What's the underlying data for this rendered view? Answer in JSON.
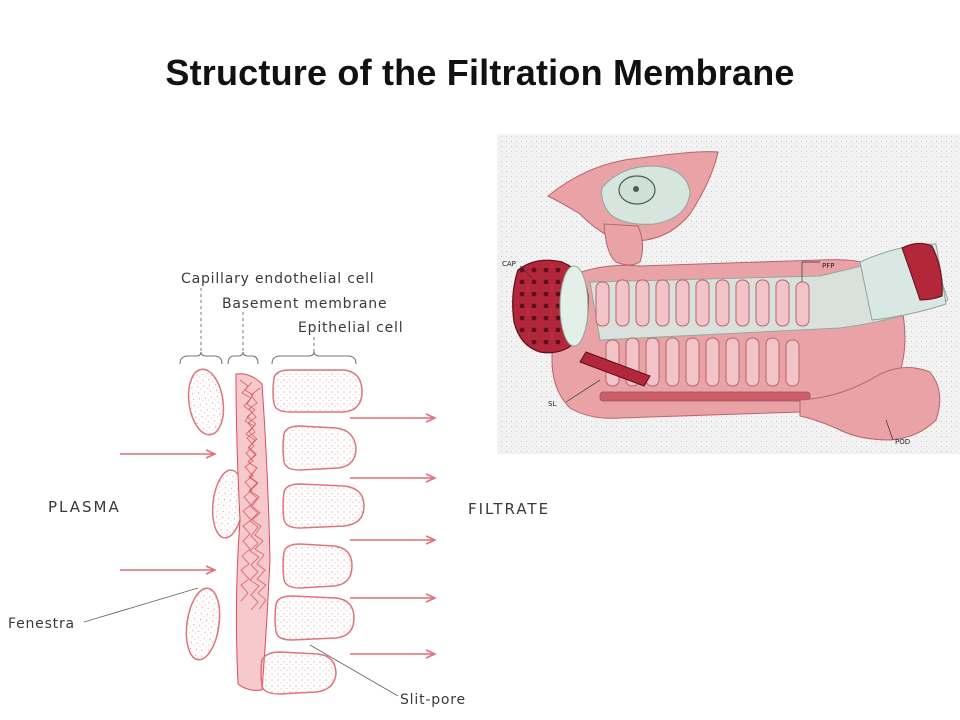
{
  "title": "Structure of the Filtration Membrane",
  "schematic": {
    "labels": {
      "capillary_endothelial_cell": "Capillary endothelial cell",
      "basement_membrane": "Basement membrane",
      "epithelial_cell": "Epithelial cell",
      "plasma": "PLASMA",
      "filtrate": "FILTRATE",
      "fenestra": "Fenestra",
      "slit_pore": "Slit-pore"
    }
  },
  "illustration": {
    "labels": {
      "cap": "CAP",
      "pfp": "PFP",
      "sl": "SL",
      "pod": "POD"
    }
  },
  "colors": {
    "cell_outline": "#e0737d",
    "cell_fill": "#fbeef0",
    "arrow": "#e56b77",
    "tissue_pink": "#e9a3a7",
    "capillary_red": "#b3273a",
    "cell_body": "#d6e6df",
    "illustration_bg": "#f4f4f4"
  }
}
